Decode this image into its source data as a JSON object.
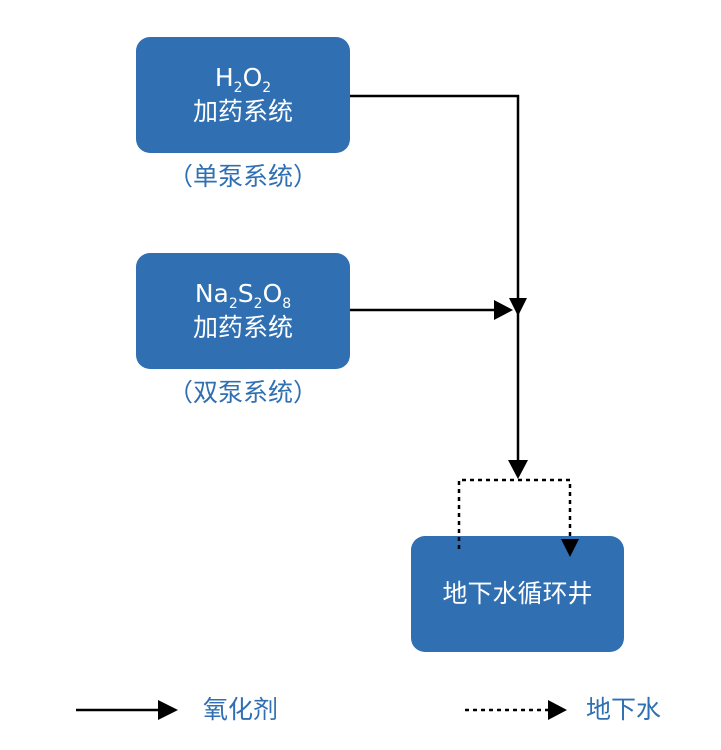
{
  "boxes": {
    "h2o2": {
      "formula": [
        {
          "text": "H",
          "sub": false
        },
        {
          "text": "2",
          "sub": true
        },
        {
          "text": "O",
          "sub": false
        },
        {
          "text": "2",
          "sub": true
        }
      ],
      "label": "加药系统",
      "caption": "（单泵系统）"
    },
    "na2s2o8": {
      "formula": [
        {
          "text": "Na",
          "sub": false
        },
        {
          "text": "2",
          "sub": true
        },
        {
          "text": "S",
          "sub": false
        },
        {
          "text": "2",
          "sub": true
        },
        {
          "text": "O",
          "sub": false
        },
        {
          "text": "8",
          "sub": true
        }
      ],
      "label": "加药系统",
      "caption": "（双泵系统）"
    },
    "well": {
      "label": "地下水循环井"
    }
  },
  "legend": {
    "oxidant": "氧化剂",
    "groundwater": "地下水"
  },
  "colors": {
    "box_fill": "#2f6fb2",
    "box_text": "#ffffff",
    "caption_text": "#2f6fb2",
    "line": "#000000"
  }
}
